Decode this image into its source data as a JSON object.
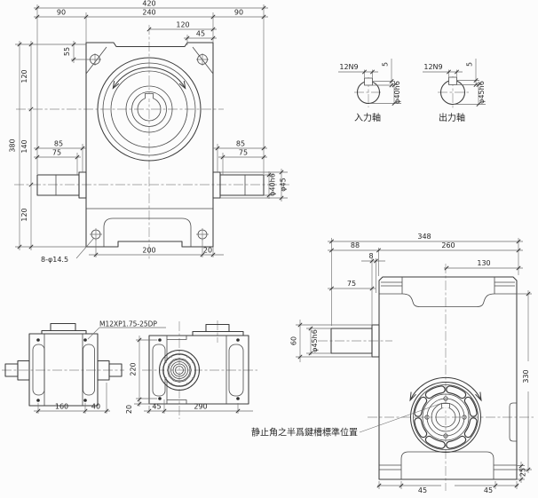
{
  "page": {
    "background": "#fcfcfc",
    "line_color": "#3c3c3c"
  },
  "front_view": {
    "dims": {
      "total_width": "420",
      "left_shaft_ext": "90",
      "body_width": "240",
      "right_shaft_ext": "90",
      "center_to_edge": "120",
      "notch_to_edge": "45",
      "hole_offset": "55",
      "total_height": "380",
      "upper_segment": "120",
      "middle_segment": "140",
      "lower_segment": "120",
      "left_shaft_85": "85",
      "left_shaft_75": "75",
      "right_shaft_85": "85",
      "right_shaft_75": "75",
      "input_shaft_dia": "φ40h6",
      "input_collar_dia": "φ45",
      "base_holes": "8-φ14.5",
      "hole_pitch": "200",
      "hole_to_edge": "20"
    }
  },
  "shaft_sections": {
    "input": {
      "keyway": "12N9",
      "key_depth": "5",
      "dia": "φ40h6",
      "label": "入力軸"
    },
    "output": {
      "keyway": "12N9",
      "key_depth": "5",
      "dia": "φ45h6",
      "label": "出力軸"
    }
  },
  "side_view": {
    "dims": {
      "tap_spec": "M12XP1.75-25DP",
      "width_160": "160",
      "width_40": "40"
    }
  },
  "bottom_view": {
    "dims": {
      "height_220": "220",
      "offset_20": "20",
      "offset_45": "45",
      "width_290": "290"
    }
  },
  "output_side_view": {
    "dims": {
      "total_length": "348",
      "shaft_section": "88",
      "body_length": "260",
      "face_offset": "8",
      "center_to_face": "130",
      "shaft_length": "75",
      "collar_width": "60",
      "shaft_dia": "φ45h6",
      "height_330": "330",
      "foot_height": "25",
      "left_foot": "45",
      "right_foot": "45"
    },
    "note": "静止角之半爲鍵槽標準位置"
  }
}
